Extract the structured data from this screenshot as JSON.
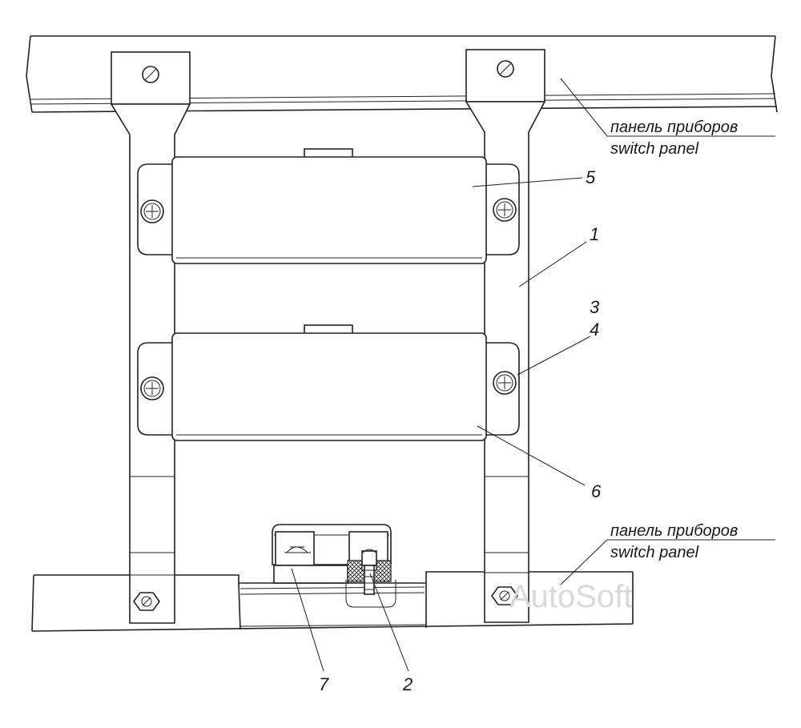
{
  "labels": {
    "panel_top_ru": "панель приборов",
    "panel_top_en": "switch panel",
    "panel_bottom_ru": "панель приборов",
    "panel_bottom_en": "switch panel",
    "callout_1": "1",
    "callout_2": "2",
    "callout_3": "3",
    "callout_4": "4",
    "callout_5": "5",
    "callout_6": "6",
    "callout_7": "7"
  },
  "watermark": "AutoSoft",
  "colors": {
    "line": "#222222",
    "watermark": "#d9d9d9",
    "background": "#ffffff"
  }
}
